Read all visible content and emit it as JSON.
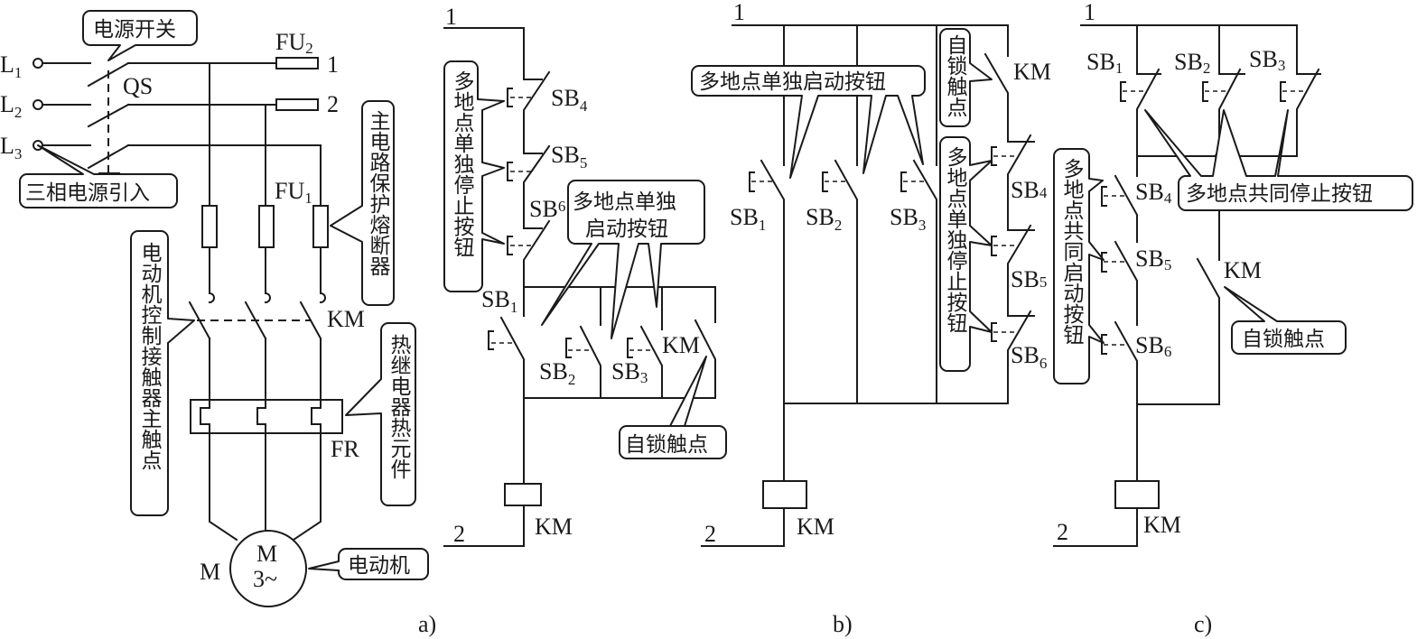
{
  "figure": {
    "panels": [
      {
        "id": "a",
        "caption": "a)",
        "labels": {
          "L1": "L",
          "L1_sub": "1",
          "L2": "L",
          "L2_sub": "2",
          "L3": "L",
          "L3_sub": "3",
          "QS": "QS",
          "FU2": "FU",
          "FU2_sub": "2",
          "FU1": "FU",
          "FU1_sub": "1",
          "node1": "1",
          "node2": "2",
          "KM": "KM",
          "FR": "FR",
          "M": "M",
          "motor_top": "M",
          "motor_bottom": "3~"
        },
        "callouts": {
          "power_switch": "电源开关",
          "three_phase_input": "三相电源引入",
          "main_fuse": "主电路保护熔断器",
          "main_contact": "电动机控制接触器主触点",
          "thermal_element": "热继电器热元件",
          "motor": "电动机"
        }
      },
      {
        "id": "b1",
        "caption": "",
        "labels": {
          "node1": "1",
          "node2": "2",
          "SB4": "SB",
          "SB4_sub": "4",
          "SB5": "SB",
          "SB5_sub": "5",
          "SB6": "SB",
          "SB6_sub": "6",
          "SB1": "SB",
          "SB1_sub": "1",
          "SB2": "SB",
          "SB2_sub": "2",
          "SB3": "SB",
          "SB3_sub": "3",
          "KM_contact": "KM",
          "KM_coil": "KM"
        },
        "callouts": {
          "stop_buttons": "多地点单独停止按钮",
          "start_line1": "多地点单独",
          "start_line2": "启动按钮",
          "self_lock": "自锁触点"
        }
      },
      {
        "id": "b",
        "caption": "b)",
        "labels": {
          "node1": "1",
          "node2": "2",
          "SB1": "SB",
          "SB1_sub": "1",
          "SB2": "SB",
          "SB2_sub": "2",
          "SB3": "SB",
          "SB3_sub": "3",
          "SB4": "SB",
          "SB4_sub": "4",
          "SB5": "SB",
          "SB5_sub": "5",
          "SB6": "SB",
          "SB6_sub": "6",
          "KM_contact": "KM",
          "KM_coil": "KM"
        },
        "callouts": {
          "start_buttons": "多地点单独启动按钮",
          "self_lock": "自锁触点",
          "stop_buttons": "多地点单独停止按钮"
        }
      },
      {
        "id": "c",
        "caption": "c)",
        "labels": {
          "node1": "1",
          "node2": "2",
          "SB1": "SB",
          "SB1_sub": "1",
          "SB2": "SB",
          "SB2_sub": "2",
          "SB3": "SB",
          "SB3_sub": "3",
          "SB4": "SB",
          "SB4_sub": "4",
          "SB5": "SB",
          "SB5_sub": "5",
          "SB6": "SB",
          "SB6_sub": "6",
          "KM_contact": "KM",
          "KM_coil": "KM"
        },
        "callouts": {
          "common_stop": "多地点共同停止按钮",
          "common_start": "多地点共同启动按钮",
          "self_lock": "自锁触点"
        }
      }
    ]
  }
}
